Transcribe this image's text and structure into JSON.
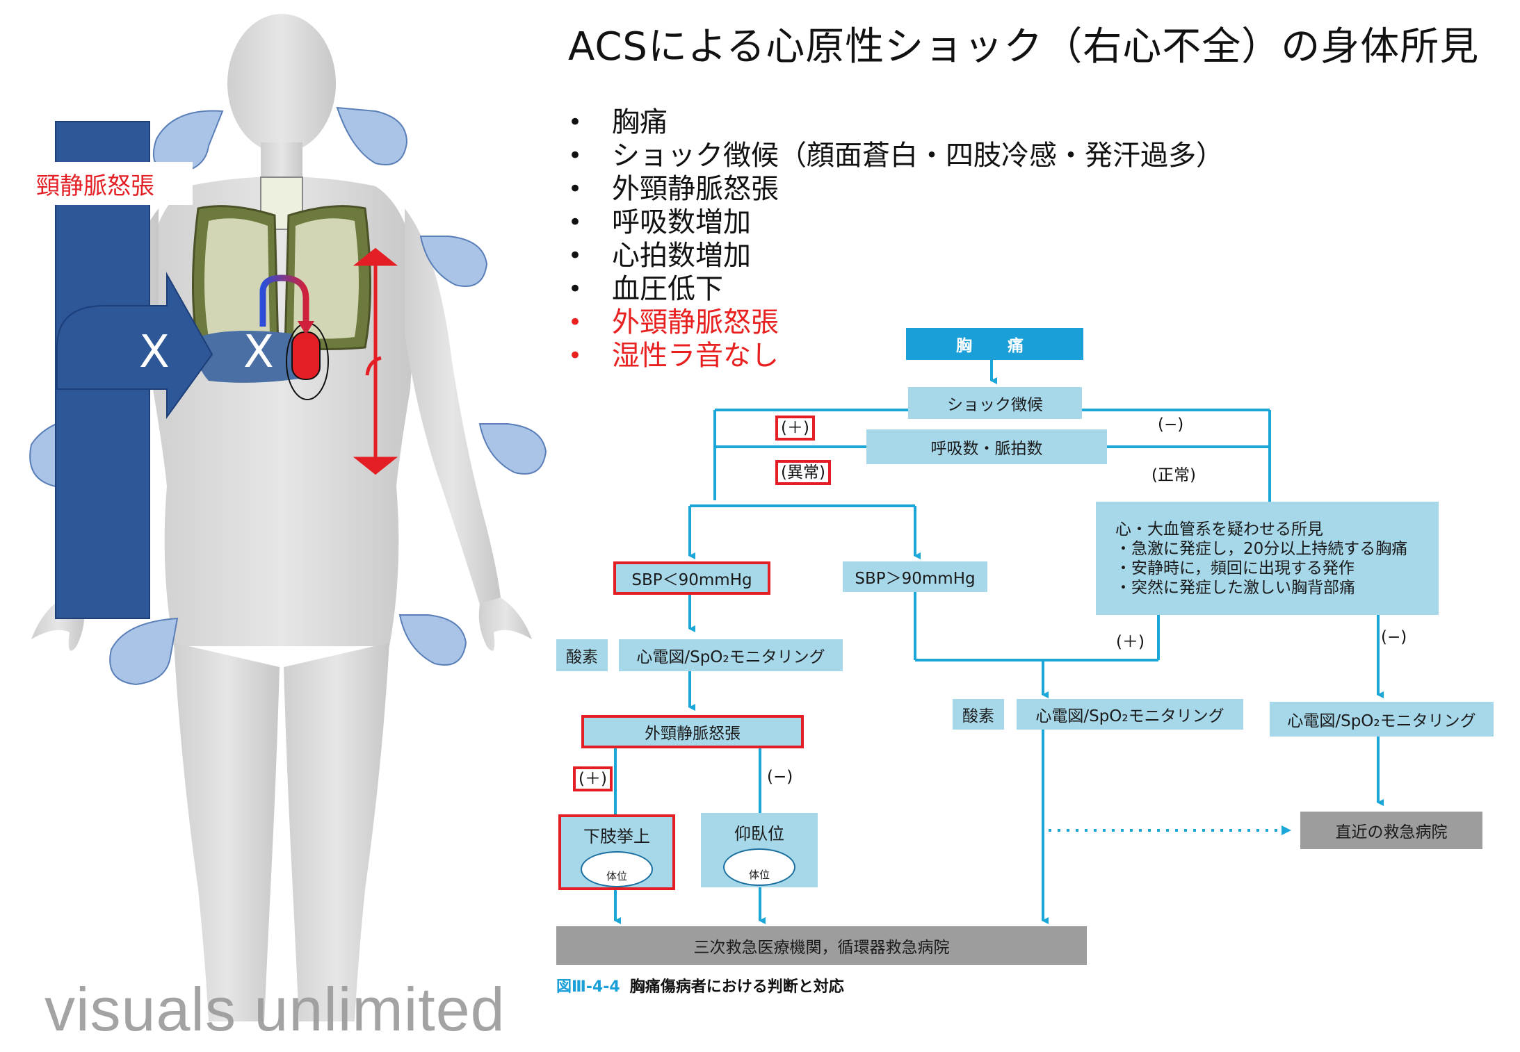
{
  "title": "ACSによる心原性ショック（右心不全）の身体所見",
  "findings": [
    {
      "text": "胸痛",
      "highlight": false
    },
    {
      "text": "ショック徴候（顔面蒼白・四肢冷感・発汗過多）",
      "highlight": false
    },
    {
      "text": "外頸静脈怒張",
      "highlight": false
    },
    {
      "text": "呼吸数増加",
      "highlight": false
    },
    {
      "text": "心拍数増加",
      "highlight": false
    },
    {
      "text": "血圧低下",
      "highlight": false
    },
    {
      "text": "外頸静脈怒張",
      "highlight": true
    },
    {
      "text": "湿性ラ音なし",
      "highlight": true
    }
  ],
  "illustration": {
    "jvd_label": "頸静脈怒張",
    "x_mark_left": "X",
    "x_mark_right": "X",
    "watermark": "visuals unlimited"
  },
  "flowchart": {
    "start": "胸　痛",
    "shock_signs": "ショック徴候",
    "shock_pos": "(＋)",
    "shock_neg": "(−)",
    "vitals": "呼吸数・脈拍数",
    "vitals_abnormal": "(異常)",
    "vitals_normal": "(正常)",
    "sbp_low": "SBP＜90mmHg",
    "sbp_high": "SBP＞90mmHg",
    "cardiac_findings_title": "心・大血管系を疑わせる所見",
    "cardiac_findings_items": [
      "・急激に発症し，20分以上持続する胸痛",
      "・安静時に，頻回に出現する発作",
      "・突然に発症した激しい胸背部痛"
    ],
    "cardiac_pos": "(＋)",
    "cardiac_neg": "(−)",
    "oxygen": "酸素",
    "ecg_monitoring": "心電図/SpO₂モニタリング",
    "jvd": "外頸静脈怒張",
    "jvd_pos": "(＋)",
    "jvd_neg": "(−)",
    "leg_raise": "下肢挙上",
    "supine": "仰臥位",
    "position_label": "体位",
    "nearest_er": "直近の救急病院",
    "tertiary": "三次救急医療機関，循環器救急病院",
    "caption_number": "図Ⅲ-4-4",
    "caption_text": "胸痛傷病者における判断と対応"
  },
  "colors": {
    "arrow": "#1aa6d6",
    "box_light": "#a7d8ea",
    "box_header": "#1a9fd8",
    "highlight": "#e31e24",
    "vein_blue": "#2e5797"
  }
}
